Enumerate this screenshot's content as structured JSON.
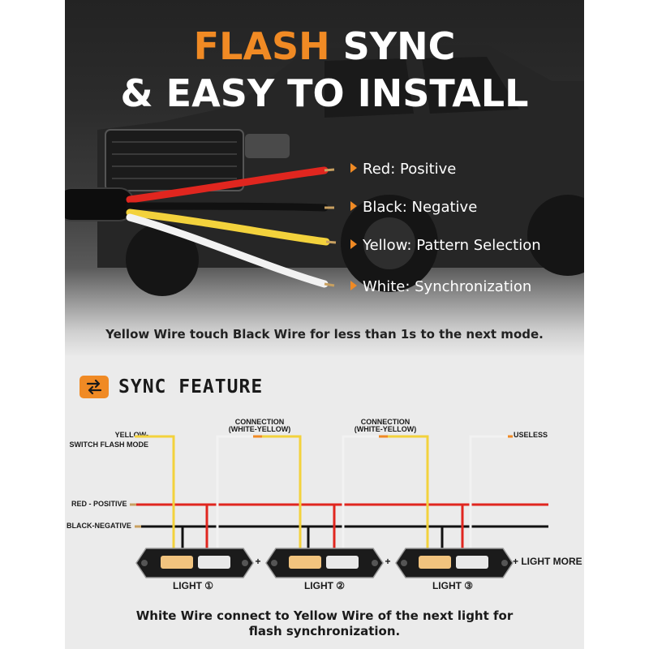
{
  "header": {
    "title_accent": "FLASH",
    "title_rest": " SYNC",
    "title_line2": "& EASY TO INSTALL"
  },
  "wires": [
    {
      "label": "Red: Positive",
      "color": "#e0261f"
    },
    {
      "label": "Black: Negative",
      "color": "#111111"
    },
    {
      "label": "Yellow: Pattern Selection",
      "color": "#f3d23c"
    },
    {
      "label": "White: Synchronization",
      "color": "#f2f2f2"
    }
  ],
  "hint": "Yellow Wire touch Black Wire for less than 1s to the next mode.",
  "sync_feature": {
    "title": "SYNC FEATURE",
    "icon": "swap-arrows-icon",
    "accent_color": "#f08a24"
  },
  "diagram": {
    "yellow_label_line1": "YELLOW-",
    "yellow_label_line2": "SWITCH FLASH MODE",
    "connection_line1": "CONNECTION",
    "connection_line2": "(WHITE-YELLOW)",
    "useless_label": "USELESS",
    "red_label": "RED - POSITIVE",
    "black_label": "BLACK-NEGATIVE",
    "plus": "+",
    "light_more": "+ LIGHT MORE ...",
    "lights": [
      "LIGHT ①",
      "LIGHT ②",
      "LIGHT ③"
    ]
  },
  "footer": {
    "line1": "White Wire connect to Yellow Wire of the next light for",
    "line2": "flash synchronization."
  }
}
